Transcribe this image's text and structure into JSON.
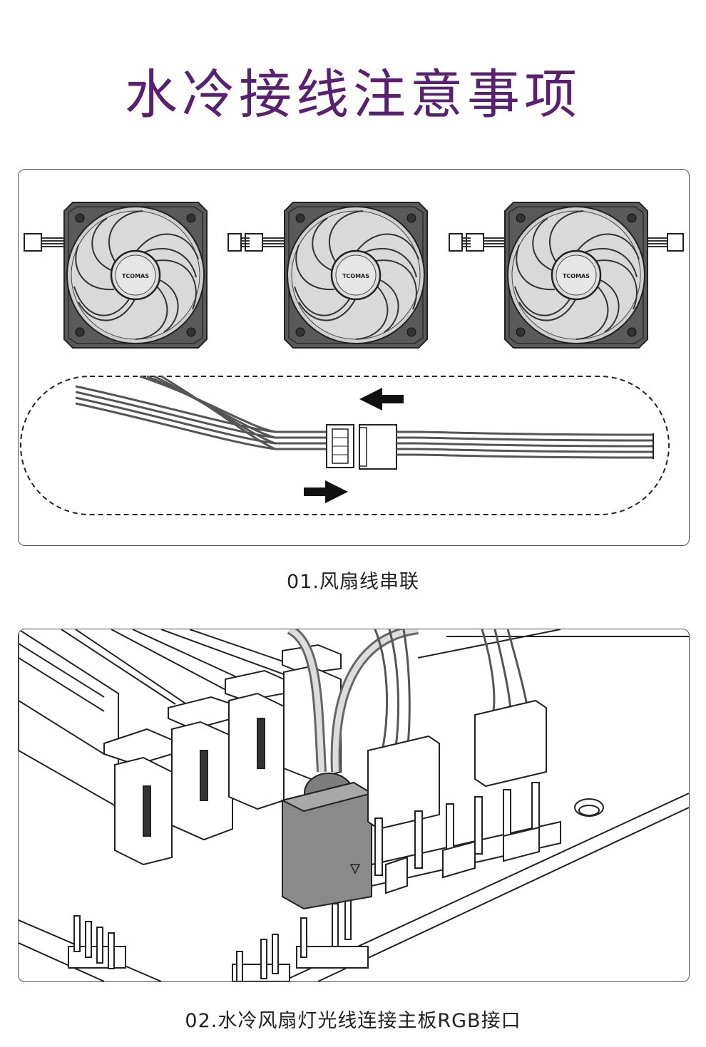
{
  "page": {
    "title": "水冷接线注意事项"
  },
  "section1": {
    "caption": "01.风扇线串联",
    "fans": [
      {
        "brand": "TCOMAS"
      },
      {
        "brand": "TCOMAS"
      },
      {
        "brand": "TCOMAS"
      }
    ],
    "icons": [
      "fan-icon",
      "arrow-left-icon",
      "arrow-right-icon",
      "connector-icon"
    ]
  },
  "section2": {
    "caption": "02.水冷风扇灯光线连接主板RGB接口",
    "icons": [
      "motherboard-icon",
      "rgb-connector-icon",
      "ram-slot-icon"
    ]
  },
  "colors": {
    "title": "#5a1f73",
    "line": "#333333",
    "connector": "#8a8a8a"
  }
}
